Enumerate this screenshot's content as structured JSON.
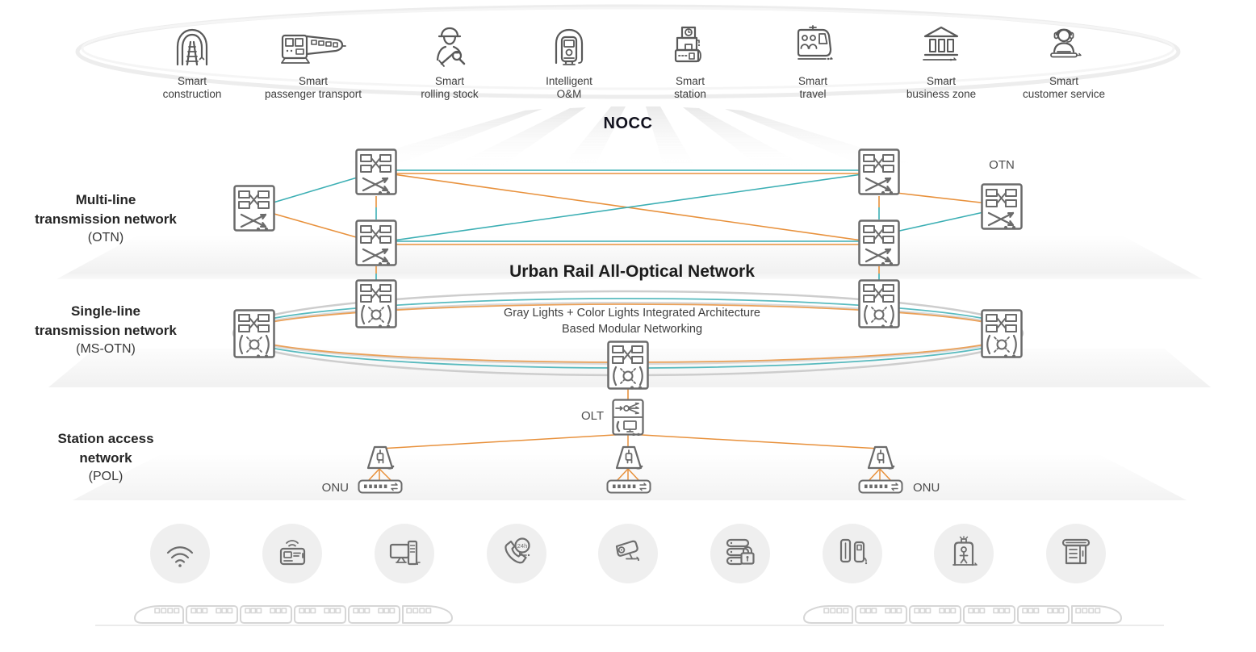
{
  "diagram": {
    "nocc_label": "NOCC",
    "title": "Urban Rail All-Optical Network",
    "subtitle": [
      "Gray Lights + Color Lights Integrated Architecture",
      "Based Modular Networking"
    ]
  },
  "top_services": {
    "items": [
      {
        "icon": "tunnel-construction-icon",
        "label": [
          "Smart",
          "construction"
        ]
      },
      {
        "icon": "passenger-train-icon",
        "label": [
          "Smart",
          "passenger transport"
        ]
      },
      {
        "icon": "maintenance-worker-icon",
        "label": [
          "Smart",
          "rolling stock"
        ]
      },
      {
        "icon": "train-tunnel-icon",
        "label": [
          "Intelligent",
          "O&M"
        ]
      },
      {
        "icon": "station-building-icon",
        "label": [
          "Smart",
          "station"
        ]
      },
      {
        "icon": "tram-passengers-icon",
        "label": [
          "Smart",
          "travel"
        ]
      },
      {
        "icon": "bank-building-icon",
        "label": [
          "Smart",
          "business zone"
        ]
      },
      {
        "icon": "service-agent-icon",
        "label": [
          "Smart",
          "customer service"
        ]
      }
    ]
  },
  "layers": {
    "otn": {
      "name": [
        "Multi-line",
        "transmission network"
      ],
      "tag": "(OTN)",
      "node_label": "OTN"
    },
    "msotn": {
      "name": [
        "Single-line",
        "transmission network"
      ],
      "tag": "(MS-OTN)"
    },
    "pol": {
      "name": [
        "Station access",
        "network"
      ],
      "tag": "(POL)",
      "olt_label": "OLT",
      "onu_left_label": "ONU",
      "onu_right_label": "ONU"
    }
  },
  "bottom_icons": {
    "hotline_badge": "24h",
    "items": [
      "wifi-icon",
      "ticket-validator-icon",
      "workstation-icon",
      "hotline-24h-icon",
      "cctv-camera-icon",
      "secure-server-icon",
      "fare-gate-icon",
      "security-screening-icon",
      "ticket-kiosk-icon"
    ]
  },
  "colors": {
    "teal": "#3CAFB4",
    "orange": "#E8913C",
    "device_stroke": "#6B6B6B",
    "ring_gray": "#CDCDCD",
    "circle_fill": "#EFEFEF",
    "label_dark": "#262626"
  }
}
